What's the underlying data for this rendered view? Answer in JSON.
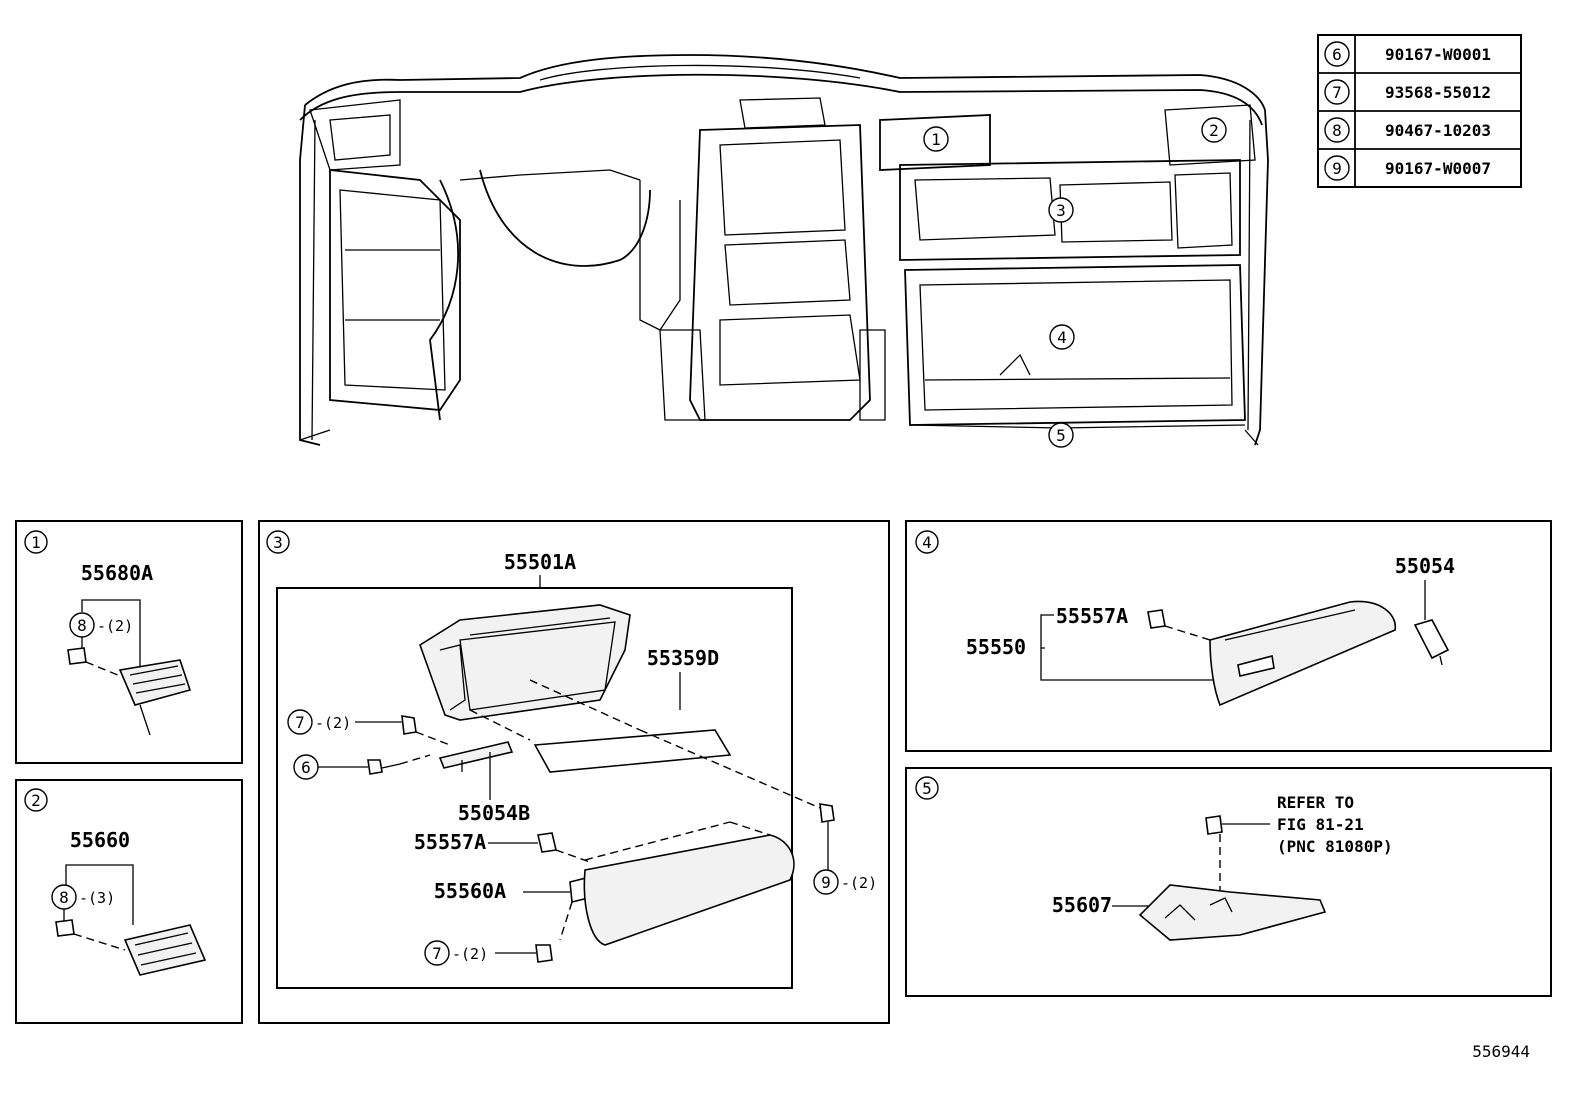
{
  "fastener_table": [
    {
      "ref": "6",
      "part": "90167-W0001"
    },
    {
      "ref": "7",
      "part": "93568-55012"
    },
    {
      "ref": "8",
      "part": "90467-10203"
    },
    {
      "ref": "9",
      "part": "90167-W0007"
    }
  ],
  "main_callouts": [
    "1",
    "2",
    "3",
    "4",
    "5"
  ],
  "panel1": {
    "ref": "1",
    "part": "55680A",
    "clip_ref": "8",
    "clip_qty": "-(2)"
  },
  "panel2": {
    "ref": "2",
    "part": "55660",
    "clip_ref": "8",
    "clip_qty": "-(3)"
  },
  "panel3": {
    "ref": "3",
    "box_part": "55501A",
    "cushion": "55359D",
    "bracket": "55054B",
    "damper": "55557A",
    "lock": "55560A",
    "screw7_ref": "7",
    "screw7_qty": "-(2)",
    "screw6_ref": "6",
    "screw9_ref": "9",
    "screw9_qty": "-(2)",
    "screw7b_ref": "7",
    "screw7b_qty": "-(2)"
  },
  "panel4": {
    "ref": "4",
    "assy": "55550",
    "damper": "55557A",
    "latch": "55054"
  },
  "panel5": {
    "ref": "5",
    "part": "55607",
    "refer_lines": [
      "REFER TO",
      "FIG 81-21",
      "(PNC 81080P)"
    ]
  },
  "drawing_number": "556944"
}
